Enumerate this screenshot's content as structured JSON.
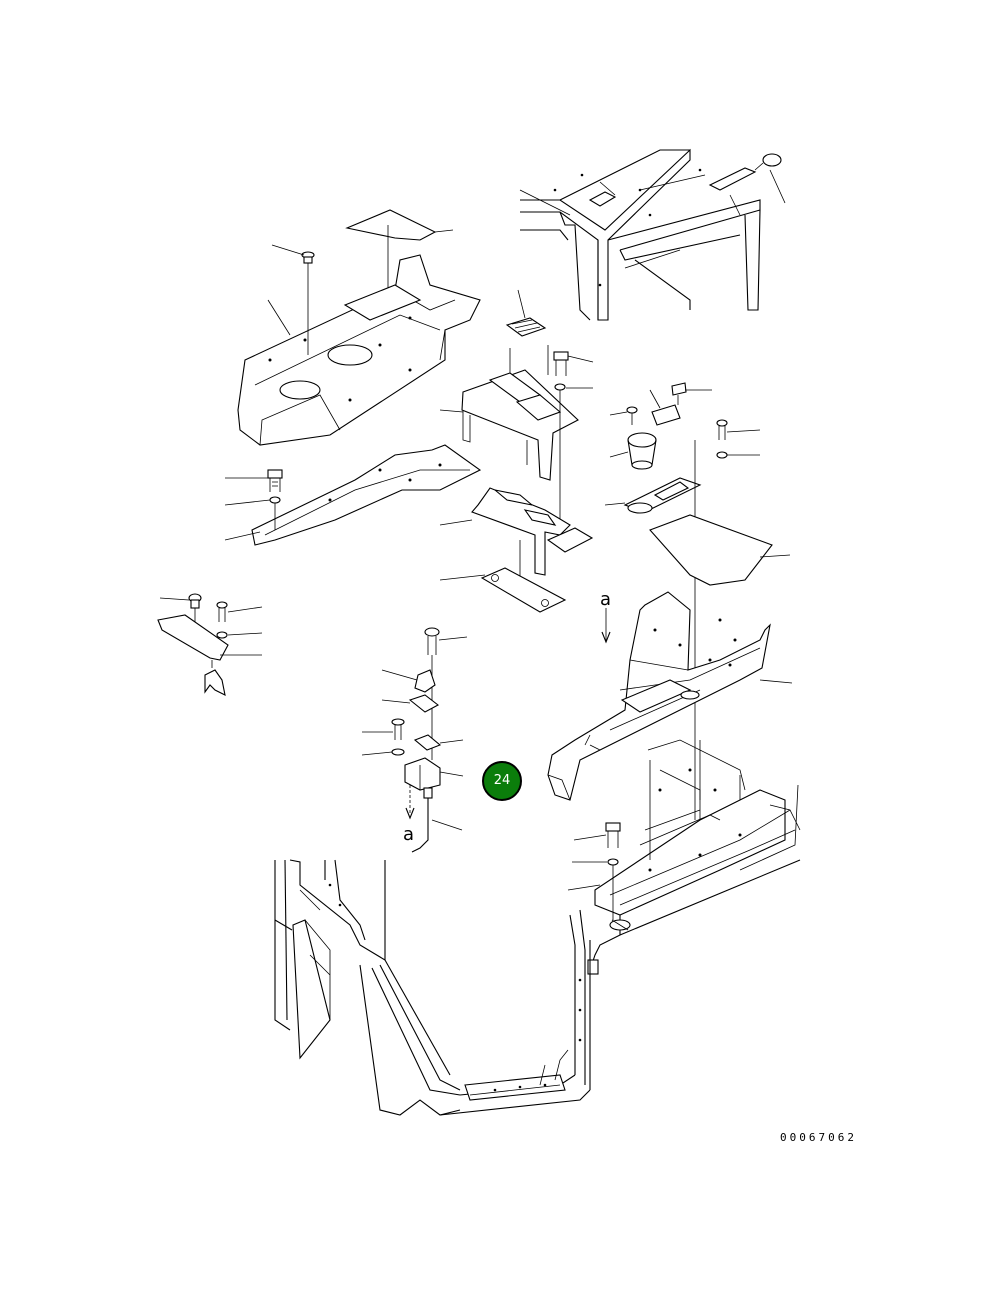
{
  "diagram": {
    "hotspot_number": "24",
    "hotspot_color": "#0b7d0b",
    "view_marker_top": "a",
    "view_marker_bottom": "a",
    "drawing_number": "00067062"
  }
}
